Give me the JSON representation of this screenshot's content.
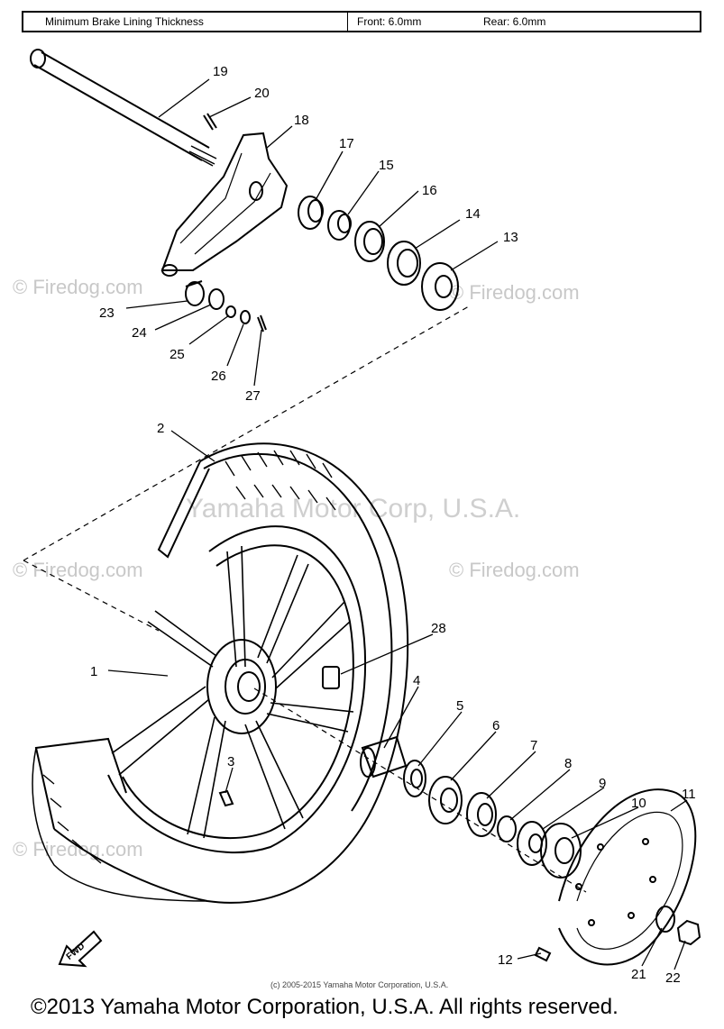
{
  "spec": {
    "label": "Minimum Brake Lining Thickness",
    "front": "Front: 6.0mm",
    "rear": "Rear: 6.0mm"
  },
  "watermarks": {
    "firedog": "© Firedog.com",
    "yamaha": "Yamaha Motor Corp, U.S.A."
  },
  "callouts": [
    "1",
    "2",
    "3",
    "4",
    "5",
    "6",
    "7",
    "8",
    "9",
    "10",
    "11",
    "12",
    "13",
    "14",
    "15",
    "16",
    "17",
    "18",
    "19",
    "20",
    "21",
    "22",
    "23",
    "24",
    "25",
    "26",
    "27",
    "28"
  ],
  "fwd_label": "FWD",
  "source_note": "(c) 2005-2015 Yamaha Motor Corporation, U.S.A.",
  "copyright": "©2013 Yamaha Motor Corporation, U.S.A. All rights reserved."
}
